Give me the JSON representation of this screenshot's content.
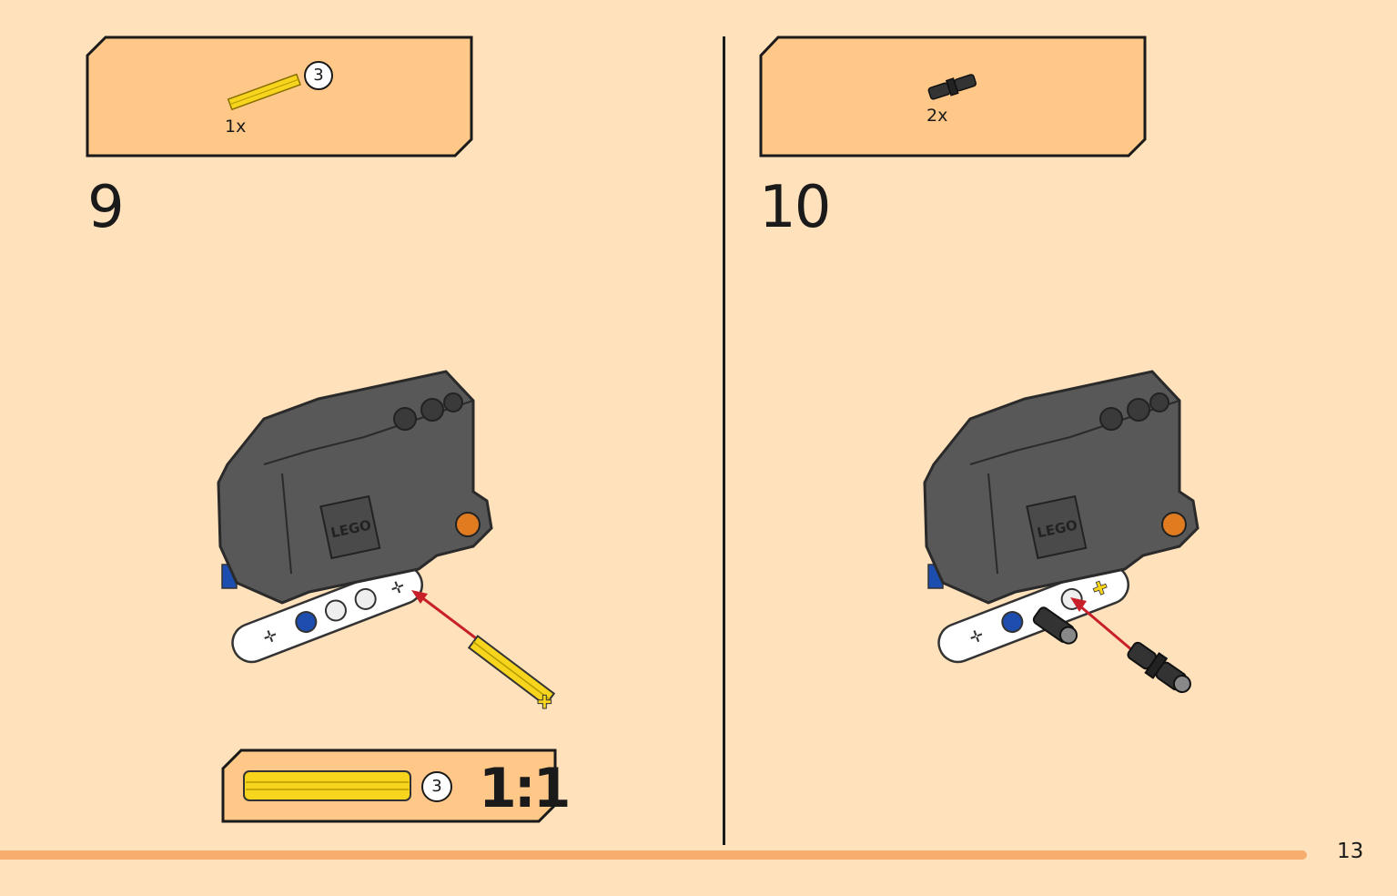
{
  "steps": [
    {
      "number": "9",
      "parts_callout": {
        "quantity": "1x",
        "part_length": "3",
        "part_icon": "yellow-axle-3"
      },
      "scale_callout": {
        "part_length": "3",
        "ratio": "1:1"
      }
    },
    {
      "number": "10",
      "parts_callout": {
        "quantity": "2x",
        "part_icon": "black-pin"
      }
    }
  ],
  "page_number": "13",
  "colors": {
    "background": "#ffe1bb",
    "callout_fill": "#ffc888",
    "footer_bar": "#f6ad6d",
    "axle_yellow": "#f7d51d",
    "motor_dark": "#555555",
    "arrow_red": "#c8202a"
  }
}
